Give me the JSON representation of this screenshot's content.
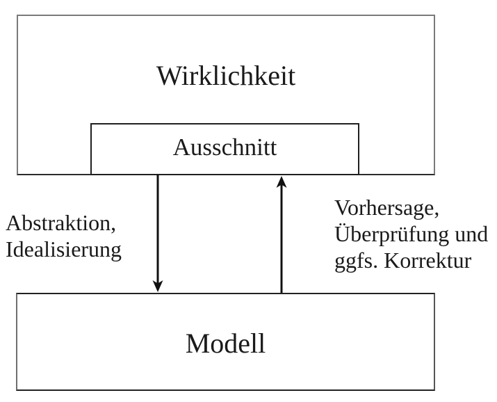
{
  "diagram": {
    "reality_box": {
      "label": "Wirklichkeit"
    },
    "excerpt_box": {
      "label": "Ausschnitt"
    },
    "model_box": {
      "label": "Modell"
    },
    "left_arrow_label": {
      "line1": "Abstraktion,",
      "line2": "Idealisierung"
    },
    "right_arrow_label": {
      "line1": "Vorhersage,",
      "line2": "Überprüfung und",
      "line3": "ggfs. Korrektur"
    },
    "colors": {
      "outer_border": "#7a7a7a",
      "inner_border": "#1f1f1f",
      "arrow": "#111111",
      "text": "#1a1a1a",
      "background": "#ffffff"
    }
  }
}
